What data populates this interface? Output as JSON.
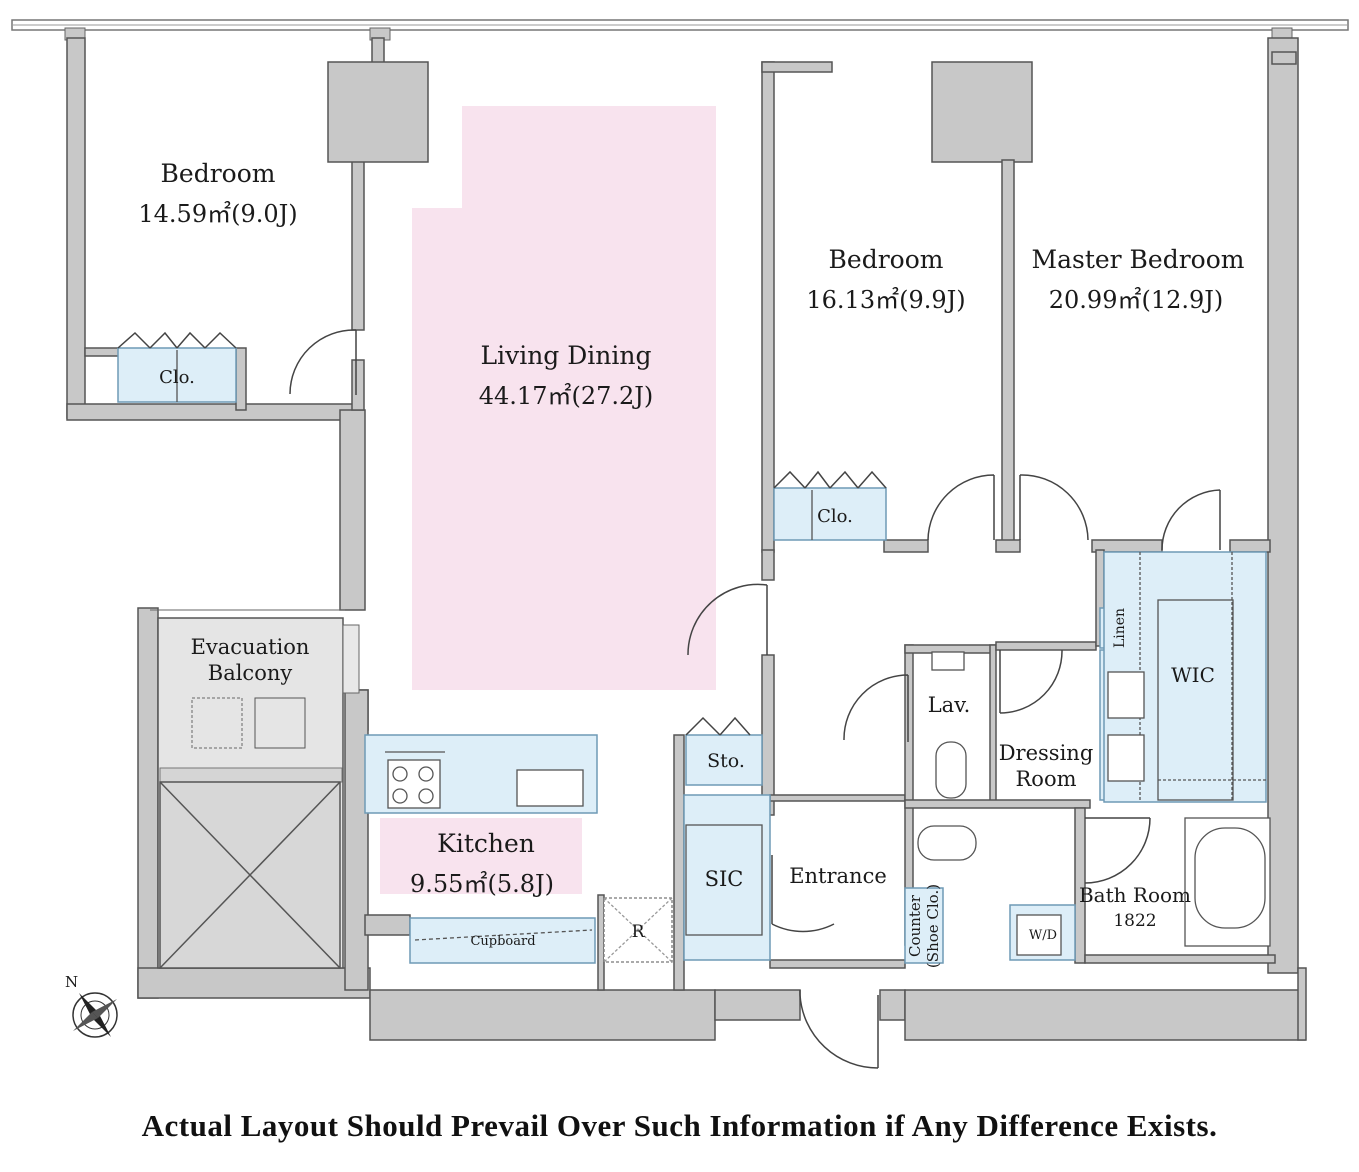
{
  "rooms": {
    "bedroom_1": {
      "name": "Bedroom",
      "area": "14.59㎡(9.0J)"
    },
    "living_dining": {
      "name": "Living Dining",
      "area": "44.17㎡(27.2J)"
    },
    "bedroom_2": {
      "name": "Bedroom",
      "area": "16.13㎡(9.9J)"
    },
    "master_bedroom": {
      "name": "Master Bedroom",
      "area": "20.99㎡(12.9J)"
    },
    "kitchen": {
      "name": "Kitchen",
      "area": "9.55㎡(5.8J)"
    },
    "evacuation_balcony": {
      "line1": "Evacuation",
      "line2": "Balcony"
    },
    "dressing_room": {
      "line1": "Dressing",
      "line2": "Room"
    },
    "bath_room": {
      "name": "Bath Room",
      "size": "1822"
    },
    "counter": {
      "line1": "Counter",
      "line2": "(Shoe Clo.)"
    }
  },
  "labels": {
    "clo": "Clo.",
    "lav": "Lav.",
    "linen": "Linen",
    "wic": "WIC",
    "sto": "Sto.",
    "sic": "SIC",
    "entrance": "Entrance",
    "cupboard": "Cupboard",
    "refrigerator": "R",
    "washer_dryer": "W/D",
    "north": "N"
  },
  "colors": {
    "wall": "#c8c8c8",
    "wall_stroke": "#555555",
    "living_highlight": "#f8e3ee",
    "storage_fill": "#ddeef8",
    "storage_stroke": "#6f9ab5"
  },
  "footer": {
    "disclaimer": "Actual Layout Should Prevail Over Such Information if Any Difference Exists."
  }
}
